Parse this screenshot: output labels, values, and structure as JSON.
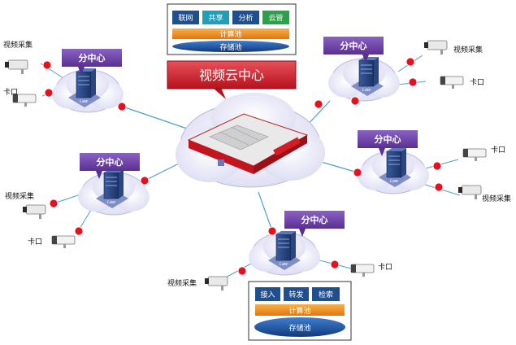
{
  "center": {
    "title": "视频云中心"
  },
  "top_panel": {
    "buttons": [
      "联网",
      "共享",
      "分析",
      "云管"
    ],
    "compute_pool": "计算池",
    "storage_pool": "存储池"
  },
  "sub_center_label": "分中心",
  "labels": {
    "video": "视频采集",
    "checkpoint": "卡口"
  },
  "bottom_panel": {
    "buttons": [
      "接入",
      "转发",
      "检索"
    ],
    "compute_pool": "计算池",
    "storage_pool": "存储池"
  },
  "colors": {
    "accent_red": "#d7202a",
    "purple": "#6a3fa0",
    "blue": "#1f5fb0",
    "orange": "#f08a1e",
    "cloud": "#e6e6f7"
  }
}
